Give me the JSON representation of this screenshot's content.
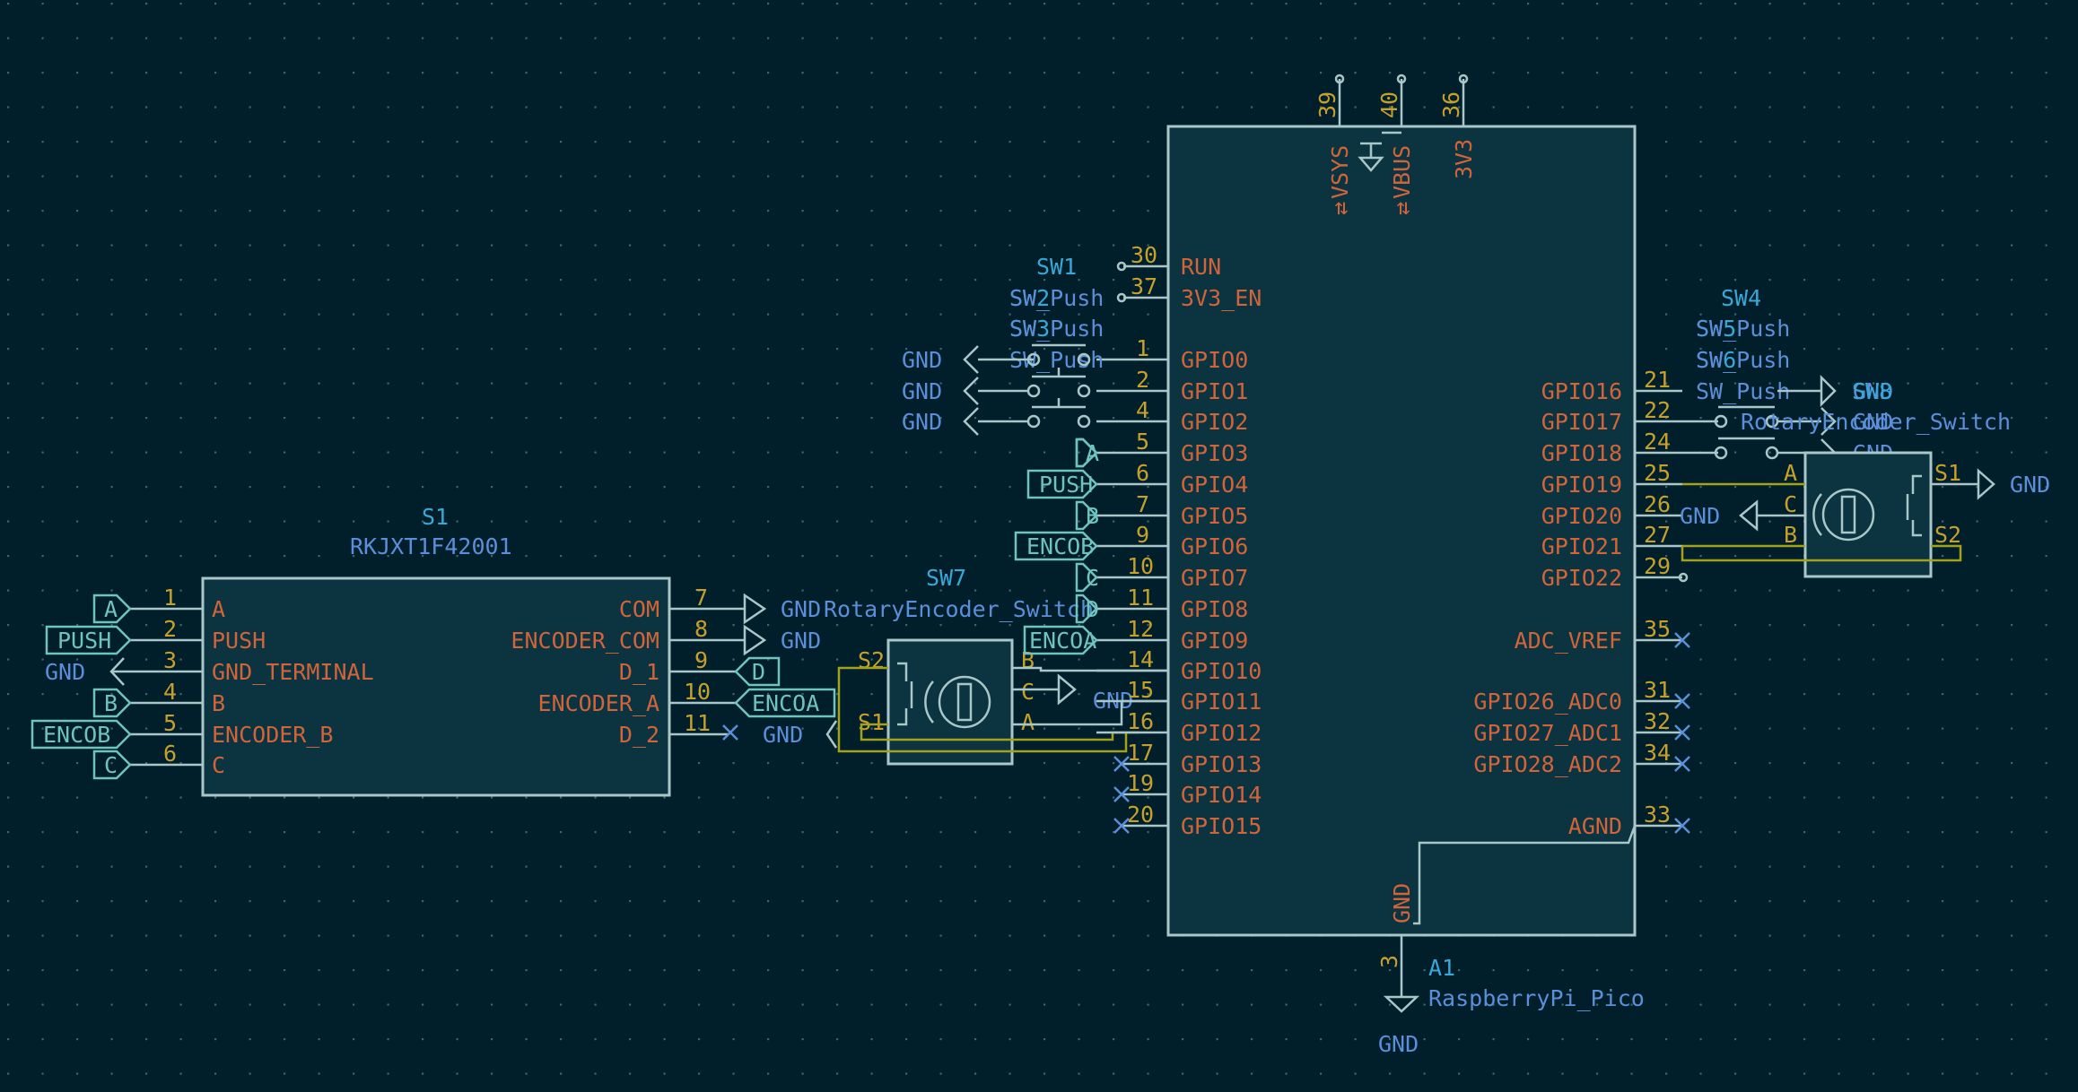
{
  "s1": {
    "ref": "S1",
    "value": "RKJXT1F42001",
    "left_pins": [
      {
        "num": "1",
        "name": "A"
      },
      {
        "num": "2",
        "name": "PUSH"
      },
      {
        "num": "3",
        "name": "GND_TERMINAL"
      },
      {
        "num": "4",
        "name": "B"
      },
      {
        "num": "5",
        "name": "ENCODER_B"
      },
      {
        "num": "6",
        "name": "C"
      }
    ],
    "right_pins": [
      {
        "num": "7",
        "name": "COM"
      },
      {
        "num": "8",
        "name": "ENCODER_COM"
      },
      {
        "num": "9",
        "name": "D_1"
      },
      {
        "num": "10",
        "name": "ENCODER_A"
      },
      {
        "num": "11",
        "name": "D_2"
      }
    ],
    "left_labels": [
      "A",
      "PUSH",
      "GND",
      "B",
      "ENCOB",
      "C"
    ],
    "right_labels": [
      "GND",
      "GND",
      "D",
      "ENCOA",
      "GND"
    ]
  },
  "sw7": {
    "ref": "SW7",
    "value": "RotaryEncoder_Switch",
    "pins": [
      "S2",
      "S1",
      "B",
      "C",
      "A"
    ],
    "gnd": "GND"
  },
  "a1": {
    "ref": "A1",
    "value": "RaspberryPi_Pico",
    "top_pins": [
      {
        "num": "39",
        "name": "VSYS"
      },
      {
        "num": "40",
        "name": "VBUS"
      },
      {
        "num": "36",
        "name": "3V3"
      }
    ],
    "left_pins": [
      {
        "num": "30",
        "name": "RUN"
      },
      {
        "num": "37",
        "name": "3V3_EN"
      },
      {
        "num": "1",
        "name": "GPIO0"
      },
      {
        "num": "2",
        "name": "GPIO1"
      },
      {
        "num": "4",
        "name": "GPIO2"
      },
      {
        "num": "5",
        "name": "GPIO3"
      },
      {
        "num": "6",
        "name": "GPIO4"
      },
      {
        "num": "7",
        "name": "GPIO5"
      },
      {
        "num": "9",
        "name": "GPIO6"
      },
      {
        "num": "10",
        "name": "GPIO7"
      },
      {
        "num": "11",
        "name": "GPIO8"
      },
      {
        "num": "12",
        "name": "GPIO9"
      },
      {
        "num": "14",
        "name": "GPIO10"
      },
      {
        "num": "15",
        "name": "GPIO11"
      },
      {
        "num": "16",
        "name": "GPIO12"
      },
      {
        "num": "17",
        "name": "GPIO13"
      },
      {
        "num": "19",
        "name": "GPIO14"
      },
      {
        "num": "20",
        "name": "GPIO15"
      }
    ],
    "right_pins": [
      {
        "num": "21",
        "name": "GPIO16"
      },
      {
        "num": "22",
        "name": "GPIO17"
      },
      {
        "num": "24",
        "name": "GPIO18"
      },
      {
        "num": "25",
        "name": "GPIO19"
      },
      {
        "num": "26",
        "name": "GPIO20"
      },
      {
        "num": "27",
        "name": "GPIO21"
      },
      {
        "num": "29",
        "name": "GPIO22"
      },
      {
        "num": "35",
        "name": "ADC_VREF"
      },
      {
        "num": "31",
        "name": "GPIO26_ADC0"
      },
      {
        "num": "32",
        "name": "GPIO27_ADC1"
      },
      {
        "num": "34",
        "name": "GPIO28_ADC2"
      },
      {
        "num": "33",
        "name": "AGND"
      }
    ],
    "bottom_pin": {
      "num": "3",
      "name": "GND"
    },
    "gnd_label": "GND"
  },
  "gpio_left_labels": [
    "A",
    "PUSH",
    "B",
    "ENCOB",
    "C",
    "D",
    "ENCOA"
  ],
  "push_switches_left": [
    {
      "ref": "SW1",
      "value": "SW_Push"
    },
    {
      "ref": "SW2",
      "value": "SW_Push"
    },
    {
      "ref": "SW3",
      "value": "SW_Push"
    }
  ],
  "push_switches_right": [
    {
      "ref": "SW4",
      "value": "SW_Push"
    },
    {
      "ref": "SW5",
      "value": "SW_Push"
    },
    {
      "ref": "SW6",
      "value": "SW_Push"
    }
  ],
  "left_gnd_labels": [
    "GND",
    "GND",
    "GND"
  ],
  "right_gnd_labels": [
    "GND",
    "GND",
    "GND"
  ],
  "sw8": {
    "ref": "SW8",
    "value": "RotaryEncoder_Switch",
    "pins": [
      "A",
      "C",
      "B",
      "S1",
      "S2"
    ],
    "gnd_left": "GND",
    "gnd_right": "GND"
  }
}
